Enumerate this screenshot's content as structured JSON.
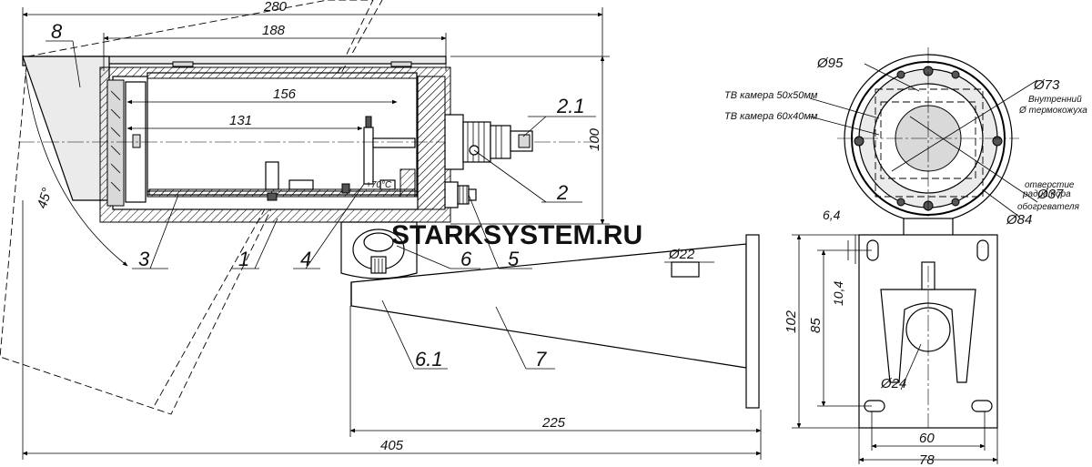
{
  "watermark": "STARKSYSTEM.RU",
  "dimensions": {
    "total_length": "280",
    "inner_length": "188",
    "d156": "156",
    "d131": "131",
    "height_100": "100",
    "base_405": "405",
    "arm_225": "225",
    "angle": "45°",
    "hole_22": "Ø22",
    "d95": "Ø95",
    "d73": "Ø73",
    "d37": "Ø37",
    "d84": "Ø84",
    "d6_4": "6,4",
    "d10_4": "10,4",
    "d102": "102",
    "d85": "85",
    "d24": "Ø24",
    "d60": "60",
    "d78": "78"
  },
  "callouts": [
    "8",
    "2.1",
    "2",
    "3",
    "1",
    "4",
    "5",
    "6",
    "6.1",
    "7"
  ],
  "notes": {
    "tv_50": "ТВ камера 50х50мм",
    "tv_60": "ТВ камера 60х40мм",
    "inner_line1": "Внутренний",
    "inner_line2": "Ø термокожуха",
    "hole_line1": "отверстие",
    "hole_line2": "радиатора",
    "hole_line3": "обогревателя",
    "temp": "+70°C"
  }
}
